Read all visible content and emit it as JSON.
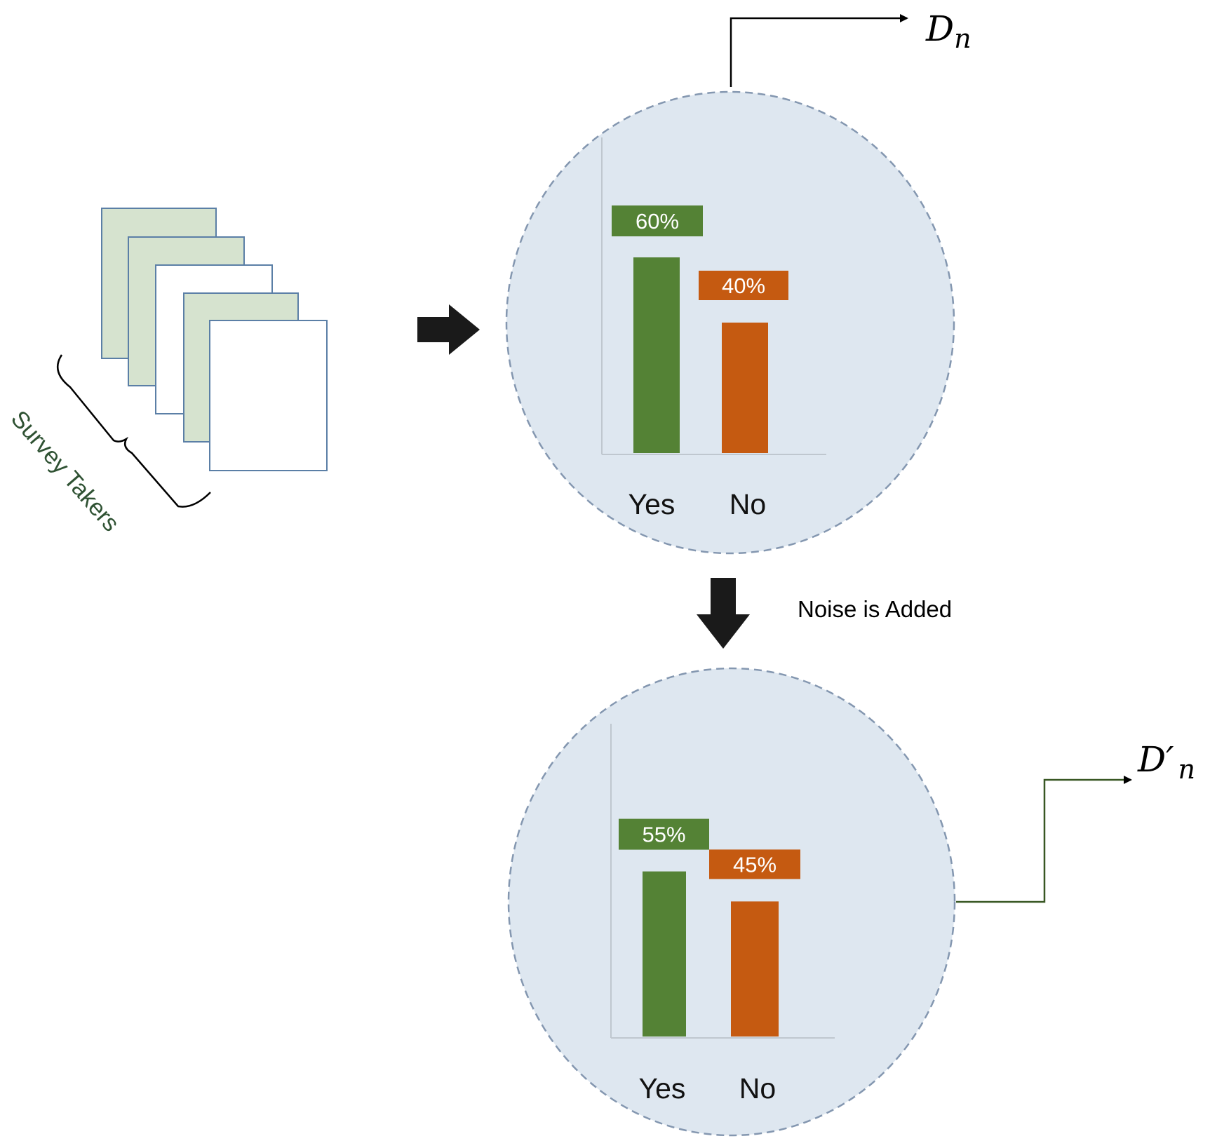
{
  "survey": {
    "label": "Survey Takers"
  },
  "process": {
    "noise_label": "Noise is Added"
  },
  "outputs": {
    "original_symbol": "D",
    "original_subscript": "n",
    "noisy_symbol": "D′",
    "noisy_subscript": "n"
  },
  "colors": {
    "yes_bar": "#548235",
    "no_bar": "#C55A11",
    "circle_fill": "#DEE7F0",
    "circle_stroke": "#8497B0",
    "paper_green": "#D6E3CF",
    "paper_stroke": "#5B7FA6",
    "output_line_green": "#385723"
  },
  "icons": {
    "pages": "document-stack-icon",
    "right_arrow": "arrow-right-icon",
    "down_arrow": "arrow-down-icon"
  },
  "chart_data": [
    {
      "type": "bar",
      "categories": [
        "Yes",
        "No"
      ],
      "values": [
        60,
        40
      ],
      "data_labels": [
        "60%",
        "40%"
      ],
      "colors": [
        "#548235",
        "#C55A11"
      ]
    },
    {
      "type": "bar",
      "categories": [
        "Yes",
        "No"
      ],
      "values": [
        55,
        45
      ],
      "data_labels": [
        "55%",
        "45%"
      ],
      "colors": [
        "#548235",
        "#C55A11"
      ]
    }
  ]
}
